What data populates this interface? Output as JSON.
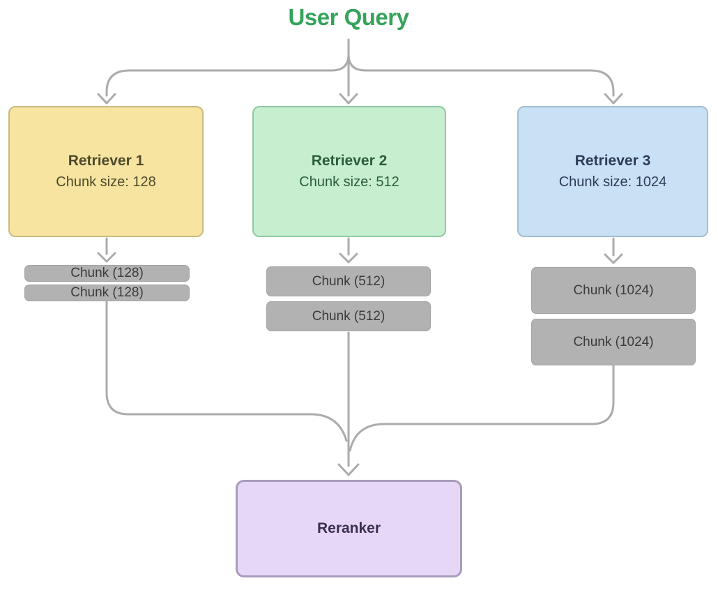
{
  "title": {
    "text": "User Query"
  },
  "colors": {
    "title-color": "#35a35b",
    "line-color": "#ababab",
    "retriever1-fill": "#f6e4a0",
    "retriever1-border": "#c9ba7e",
    "retriever1-text": "#4e4a2c",
    "retriever2-fill": "#c6eecf",
    "retriever2-border": "#90c9a1",
    "retriever2-text": "#2c5c3e",
    "retriever3-fill": "#c9e1f4",
    "retriever3-border": "#a3bdd3",
    "retriever3-text": "#2e3c55",
    "chunk-fill": "#b2b2b2",
    "chunk-border": "#a3a3a3",
    "chunk-text": "#3b3b3b",
    "reranker-fill": "#e6d7f6",
    "reranker-border": "#a89cbb",
    "reranker-text": "#393050"
  },
  "retrievers": [
    {
      "name": "Retriever 1",
      "chunk_size": "Chunk size: 128",
      "chunks": [
        "Chunk (128)",
        "Chunk (128)"
      ]
    },
    {
      "name": "Retriever 2",
      "chunk_size": "Chunk size: 512",
      "chunks": [
        "Chunk (512)",
        "Chunk (512)"
      ]
    },
    {
      "name": "Retriever 3",
      "chunk_size": "Chunk size: 1024",
      "chunks": [
        "Chunk (1024)",
        "Chunk (1024)"
      ]
    }
  ],
  "reranker": {
    "label": "Reranker"
  }
}
